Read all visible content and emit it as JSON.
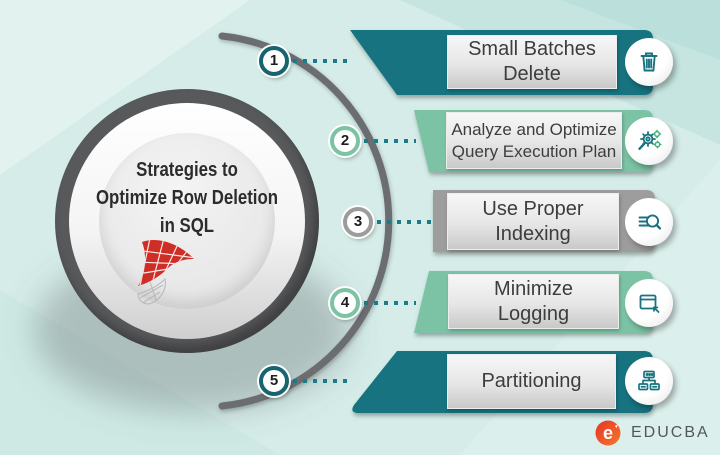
{
  "background": {
    "base": "#d5ece8"
  },
  "title": {
    "lines": [
      "Strategies to",
      "Optimize Row Deletion",
      "in SQL"
    ]
  },
  "arc_color": "#6c6d70",
  "connector_color": "#1d7a87",
  "steps": [
    {
      "num": "1",
      "lines": [
        "Small Batches",
        "Delete"
      ],
      "icon": "trash-icon",
      "colors": {
        "ring": "#15646f",
        "ribbon": "#17737f",
        "icon": "#17737f"
      }
    },
    {
      "num": "2",
      "lines": [
        "Analyze and Optimize",
        "Query Execution Plan"
      ],
      "icon": "optimize-gears-icon",
      "colors": {
        "ring": "#7cc3a5",
        "ribbon": "#7cc3a5",
        "icon": "#17737f",
        "accent": "#45b07a"
      }
    },
    {
      "num": "3",
      "lines": [
        "Use Proper",
        "Indexing"
      ],
      "icon": "search-index-icon",
      "colors": {
        "ring": "#9c9c9c",
        "ribbon": "#9d9d9d",
        "icon": "#17737f"
      }
    },
    {
      "num": "4",
      "lines": [
        "Minimize",
        "Logging"
      ],
      "icon": "minimize-logging-icon",
      "colors": {
        "ring": "#7cc3a5",
        "ribbon": "#7cc3a5",
        "icon": "#17737f"
      }
    },
    {
      "num": "5",
      "lines": [
        "Partitioning"
      ],
      "icon": "partitioning-icon",
      "colors": {
        "ring": "#15646f",
        "ribbon": "#17737f",
        "icon": "#17737f"
      }
    }
  ],
  "brand": {
    "name": "EDUCBA",
    "letter": "e",
    "icon_color_start": "#e73328",
    "icon_color_end": "#f5792a",
    "text_color": "#53575a"
  }
}
